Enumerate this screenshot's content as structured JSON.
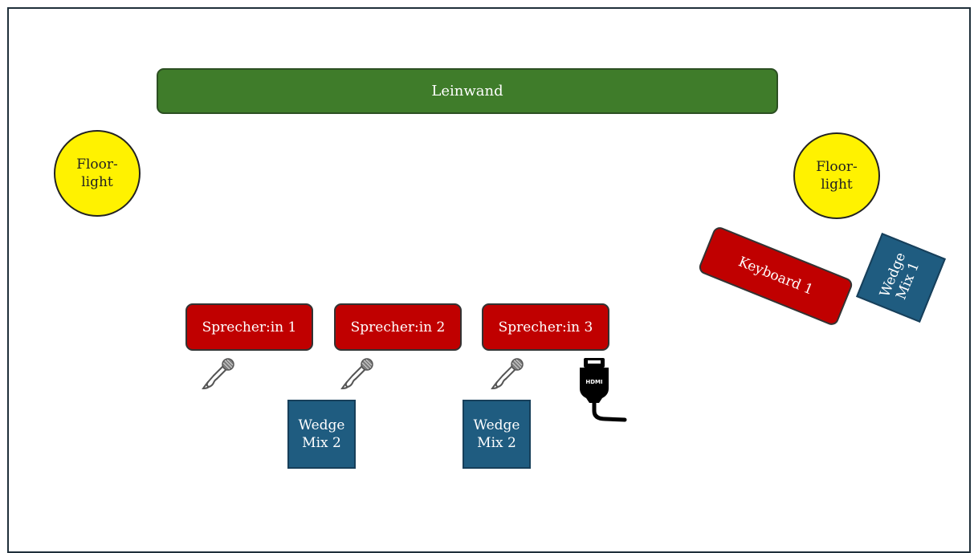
{
  "stage_plan": {
    "screen": {
      "label": "Leinwand"
    },
    "floorlights": [
      {
        "line1": "Floor-",
        "line2": "light"
      },
      {
        "line1": "Floor-",
        "line2": "light"
      }
    ],
    "speakers": [
      {
        "label": "Sprecher:in 1"
      },
      {
        "label": "Sprecher:in 2"
      },
      {
        "label": "Sprecher:in 3"
      }
    ],
    "wedges": [
      {
        "line1": "Wedge",
        "line2": "Mix 2"
      },
      {
        "line1": "Wedge",
        "line2": "Mix 2"
      }
    ],
    "keyboard": {
      "label": "Keyboard 1"
    },
    "keyboard_wedge": {
      "line1": "Wedge",
      "line2": "Mix 1"
    },
    "hdmi_label": "HDMI"
  },
  "colors": {
    "screen": "#3f7c2a",
    "floorlight": "#fff200",
    "speaker": "#c00000",
    "wedge": "#1f5c80",
    "keyboard": "#c00000"
  },
  "icons": [
    "microphone-icon",
    "microphone-icon",
    "microphone-icon",
    "hdmi-cable-icon"
  ]
}
